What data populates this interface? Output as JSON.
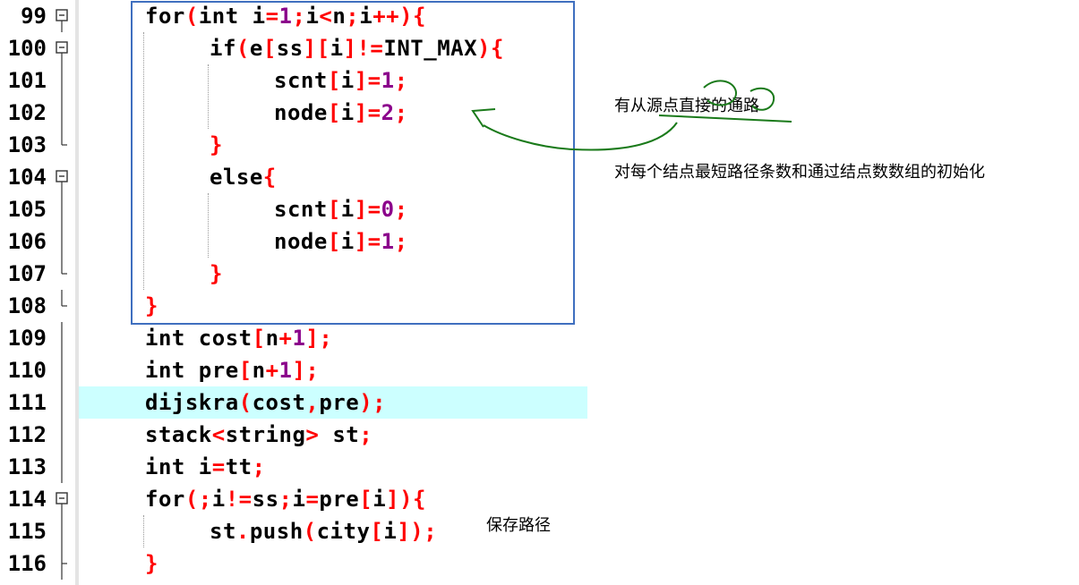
{
  "editor": {
    "lines": [
      {
        "num": "99",
        "fold": "open",
        "indent": 0,
        "highlighted": false,
        "tokens": [
          [
            "kw",
            "for"
          ],
          [
            "op",
            "("
          ],
          [
            "kw",
            "int"
          ],
          [
            "id",
            " i"
          ],
          [
            "op",
            "="
          ],
          [
            "num",
            "1"
          ],
          [
            "op",
            ";"
          ],
          [
            "id",
            "i"
          ],
          [
            "op",
            "<"
          ],
          [
            "id",
            "n"
          ],
          [
            "op",
            ";"
          ],
          [
            "id",
            "i"
          ],
          [
            "op",
            "++"
          ],
          [
            "op",
            "){"
          ]
        ]
      },
      {
        "num": "100",
        "fold": "open",
        "indent": 1,
        "highlighted": false,
        "tokens": [
          [
            "kw",
            "if"
          ],
          [
            "op",
            "("
          ],
          [
            "id",
            "e"
          ],
          [
            "op",
            "["
          ],
          [
            "id",
            "ss"
          ],
          [
            "op",
            "]["
          ],
          [
            "id",
            "i"
          ],
          [
            "op",
            "]!="
          ],
          [
            "id",
            "INT_MAX"
          ],
          [
            "op",
            "){"
          ]
        ]
      },
      {
        "num": "101",
        "fold": "line",
        "indent": 2,
        "highlighted": false,
        "tokens": [
          [
            "id",
            "scnt"
          ],
          [
            "op",
            "["
          ],
          [
            "id",
            "i"
          ],
          [
            "op",
            "]="
          ],
          [
            "num",
            "1"
          ],
          [
            "op",
            ";"
          ]
        ]
      },
      {
        "num": "102",
        "fold": "line",
        "indent": 2,
        "highlighted": false,
        "tokens": [
          [
            "id",
            "node"
          ],
          [
            "op",
            "["
          ],
          [
            "id",
            "i"
          ],
          [
            "op",
            "]="
          ],
          [
            "num",
            "2"
          ],
          [
            "op",
            ";"
          ]
        ]
      },
      {
        "num": "103",
        "fold": "end",
        "indent": 1,
        "highlighted": false,
        "tokens": [
          [
            "op",
            "}"
          ]
        ]
      },
      {
        "num": "104",
        "fold": "open",
        "indent": 1,
        "highlighted": false,
        "tokens": [
          [
            "kw",
            "else"
          ],
          [
            "op",
            "{"
          ]
        ]
      },
      {
        "num": "105",
        "fold": "line",
        "indent": 2,
        "highlighted": false,
        "tokens": [
          [
            "id",
            "scnt"
          ],
          [
            "op",
            "["
          ],
          [
            "id",
            "i"
          ],
          [
            "op",
            "]="
          ],
          [
            "num",
            "0"
          ],
          [
            "op",
            ";"
          ]
        ]
      },
      {
        "num": "106",
        "fold": "line",
        "indent": 2,
        "highlighted": false,
        "tokens": [
          [
            "id",
            "node"
          ],
          [
            "op",
            "["
          ],
          [
            "id",
            "i"
          ],
          [
            "op",
            "]="
          ],
          [
            "num",
            "1"
          ],
          [
            "op",
            ";"
          ]
        ]
      },
      {
        "num": "107",
        "fold": "end",
        "indent": 1,
        "highlighted": false,
        "tokens": [
          [
            "op",
            "}"
          ]
        ]
      },
      {
        "num": "108",
        "fold": "end",
        "indent": 0,
        "highlighted": false,
        "tokens": [
          [
            "op",
            "}"
          ]
        ]
      },
      {
        "num": "109",
        "fold": "line",
        "indent": 0,
        "highlighted": false,
        "tokens": [
          [
            "kw",
            "int"
          ],
          [
            "id",
            " cost"
          ],
          [
            "op",
            "["
          ],
          [
            "id",
            "n"
          ],
          [
            "op",
            "+"
          ],
          [
            "num",
            "1"
          ],
          [
            "op",
            "];"
          ]
        ]
      },
      {
        "num": "110",
        "fold": "line",
        "indent": 0,
        "highlighted": false,
        "tokens": [
          [
            "kw",
            "int"
          ],
          [
            "id",
            " pre"
          ],
          [
            "op",
            "["
          ],
          [
            "id",
            "n"
          ],
          [
            "op",
            "+"
          ],
          [
            "num",
            "1"
          ],
          [
            "op",
            "];"
          ]
        ]
      },
      {
        "num": "111",
        "fold": "line",
        "indent": 0,
        "highlighted": true,
        "tokens": [
          [
            "id",
            "dijskra"
          ],
          [
            "op",
            "("
          ],
          [
            "id",
            "cost"
          ],
          [
            "op",
            ","
          ],
          [
            "id",
            "pre"
          ],
          [
            "op",
            ");"
          ]
        ]
      },
      {
        "num": "112",
        "fold": "line",
        "indent": 0,
        "highlighted": false,
        "tokens": [
          [
            "id",
            "stack"
          ],
          [
            "op",
            "<"
          ],
          [
            "kw",
            "string"
          ],
          [
            "op",
            "> "
          ],
          [
            "id",
            "st"
          ],
          [
            "op",
            ";"
          ]
        ]
      },
      {
        "num": "113",
        "fold": "line",
        "indent": 0,
        "highlighted": false,
        "tokens": [
          [
            "kw",
            "int"
          ],
          [
            "id",
            " i"
          ],
          [
            "op",
            "="
          ],
          [
            "id",
            "tt"
          ],
          [
            "op",
            ";"
          ]
        ]
      },
      {
        "num": "114",
        "fold": "open",
        "indent": 0,
        "highlighted": false,
        "tokens": [
          [
            "kw",
            "for"
          ],
          [
            "op",
            "(;"
          ],
          [
            "id",
            "i"
          ],
          [
            "op",
            "!="
          ],
          [
            "id",
            "ss"
          ],
          [
            "op",
            ";"
          ],
          [
            "id",
            "i"
          ],
          [
            "op",
            "="
          ],
          [
            "id",
            "pre"
          ],
          [
            "op",
            "["
          ],
          [
            "id",
            "i"
          ],
          [
            "op",
            "]){"
          ]
        ]
      },
      {
        "num": "115",
        "fold": "line",
        "indent": 1,
        "highlighted": false,
        "tokens": [
          [
            "id",
            "st"
          ],
          [
            "op",
            "."
          ],
          [
            "id",
            "push"
          ],
          [
            "op",
            "("
          ],
          [
            "id",
            "city"
          ],
          [
            "op",
            "["
          ],
          [
            "id",
            "i"
          ],
          [
            "op",
            "]);"
          ]
        ]
      },
      {
        "num": "116",
        "fold": "end",
        "indent": 0,
        "highlighted": false,
        "tokens": [
          [
            "op",
            "}"
          ]
        ]
      }
    ]
  },
  "annotations": {
    "direct_path": "有从源点直接的通路",
    "init_note": "对每个结点最短路径条数和通过结点数数组的初始化",
    "save_path": "保存路径"
  },
  "colors": {
    "keyword": "#000000",
    "operator": "#ff0000",
    "number": "#8b008b",
    "highlight": "#ccffff",
    "box": "#3f6fbf",
    "ink": "#1a7a1a"
  }
}
